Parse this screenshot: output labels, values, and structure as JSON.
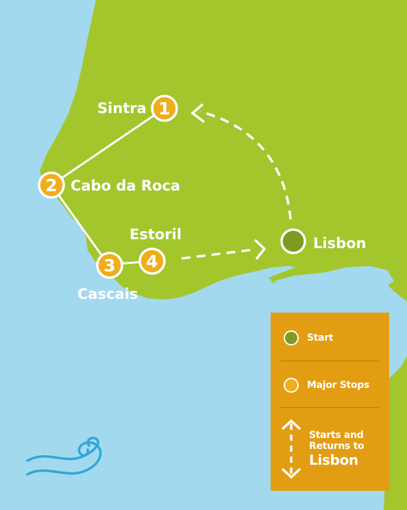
{
  "map": {
    "places": {
      "sintra": "Sintra",
      "cabo_da_roca": "Cabo da Roca",
      "estoril": "Estoril",
      "cascais": "Cascais",
      "lisbon": "Lisbon"
    },
    "stops": [
      "1",
      "2",
      "3",
      "4"
    ]
  },
  "legend": {
    "start_label": "Start",
    "major_stops_label": "Major Stops",
    "returns_line1": "Starts and",
    "returns_line2": "Returns to",
    "returns_line3": "Lisbon"
  },
  "colors": {
    "sea": "#a3d9ee",
    "land": "#a3c62d",
    "start_marker": "#7d9c20",
    "stop_marker": "#efae1c",
    "legend_bg": "#e29d13",
    "wave": "#2fa8d6"
  }
}
